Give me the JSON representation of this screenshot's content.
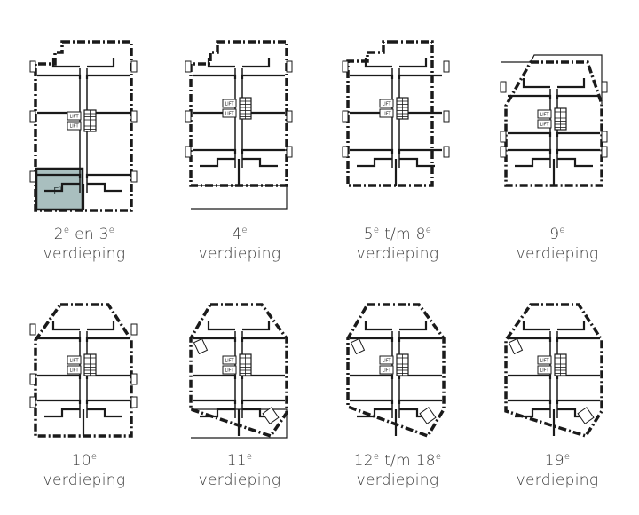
{
  "colors": {
    "line": "#1a1a1a",
    "highlight_fill": "#a9bfbf",
    "caption_text": "#3a3a3a",
    "background": "#ffffff"
  },
  "lift_label": "LIFT",
  "unit_label": "F",
  "unit_label_sup": "1",
  "word_label": "verdieping",
  "floors": [
    {
      "id": "f2-3",
      "parts": [
        {
          "t": "2",
          "s": "e"
        },
        {
          "t": " en 3",
          "s": "e"
        }
      ],
      "shape": "p2",
      "highlight": true
    },
    {
      "id": "f4",
      "parts": [
        {
          "t": "4",
          "s": "e"
        }
      ],
      "shape": "p4",
      "highlight": false
    },
    {
      "id": "f5-8",
      "parts": [
        {
          "t": "5",
          "s": "e"
        },
        {
          "t": " t/m 8",
          "s": "e"
        }
      ],
      "shape": "p5",
      "highlight": false
    },
    {
      "id": "f9",
      "parts": [
        {
          "t": "9",
          "s": "e"
        }
      ],
      "shape": "p9",
      "highlight": false
    },
    {
      "id": "f10",
      "parts": [
        {
          "t": "10",
          "s": "e"
        }
      ],
      "shape": "p10",
      "highlight": false
    },
    {
      "id": "f11",
      "parts": [
        {
          "t": "11",
          "s": "e"
        }
      ],
      "shape": "p11",
      "highlight": false
    },
    {
      "id": "f12-18",
      "parts": [
        {
          "t": "12",
          "s": "e"
        },
        {
          "t": " t/m 18",
          "s": "e"
        }
      ],
      "shape": "p12",
      "highlight": false
    },
    {
      "id": "f19",
      "parts": [
        {
          "t": "19",
          "s": "e"
        }
      ],
      "shape": "p19",
      "highlight": false
    }
  ]
}
